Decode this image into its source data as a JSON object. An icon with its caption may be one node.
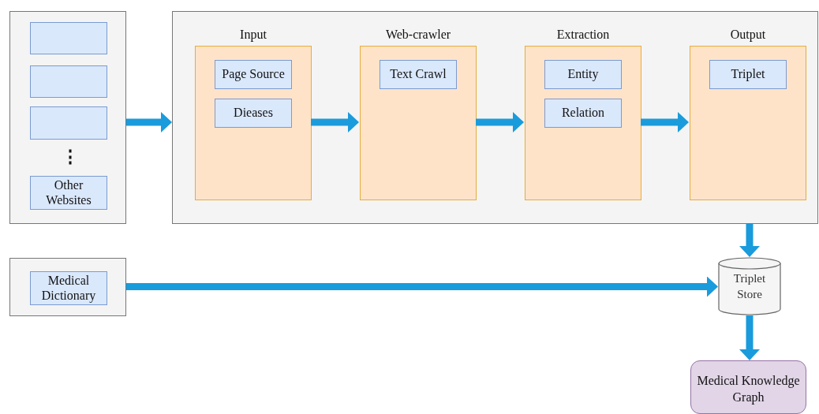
{
  "diagram": {
    "nodes": [
      {
        "text": [],
        "shape": "box"
      },
      {
        "text": [],
        "shape": "box",
        "in": 0
      },
      {
        "text": [],
        "shape": "box",
        "in": 0
      },
      {
        "text": [],
        "shape": "box",
        "in": 0
      },
      {
        "text": [
          "Other Websites"
        ],
        "in": 0
      },
      {
        "text": [],
        "shape": "box"
      },
      {
        "text": [
          "Input"
        ],
        "in": 5
      },
      {
        "text": [
          "Page Source"
        ],
        "in": 6
      },
      {
        "text": [
          "Dieases"
        ],
        "in": 6
      },
      {
        "text": [
          "Web-crawler"
        ],
        "in": 5
      },
      {
        "text": [
          "Text Crawl"
        ],
        "in": 9
      },
      {
        "text": [
          "Extraction"
        ],
        "in": 5
      },
      {
        "text": [
          "Entity"
        ],
        "in": 11
      },
      {
        "text": [
          "Relation"
        ],
        "in": 11
      },
      {
        "text": [
          "Output"
        ],
        "in": 5
      },
      {
        "text": [
          "Triplet"
        ],
        "in": 14
      },
      {
        "text": [],
        "shape": "box"
      },
      {
        "text": [
          "Medical Dictionary"
        ],
        "in": 16
      },
      {
        "text": [
          "Triplet Store"
        ]
      },
      {
        "text": [
          "Medical Knowledge Graph"
        ]
      }
    ],
    "edges": [
      {
        "from": 0,
        "to": 5,
        "arrow": "to"
      },
      {
        "from": 6,
        "to": 9,
        "arrow": "to"
      },
      {
        "from": 9,
        "to": 11,
        "arrow": "to"
      },
      {
        "from": 11,
        "to": 14,
        "arrow": "to"
      },
      {
        "from": 5,
        "to": 18,
        "arrow": "to"
      },
      {
        "from": 16,
        "to": 18,
        "arrow": "to"
      },
      {
        "from": 18,
        "to": 19,
        "arrow": "to"
      }
    ],
    "labels": [
      "⋮"
    ]
  }
}
